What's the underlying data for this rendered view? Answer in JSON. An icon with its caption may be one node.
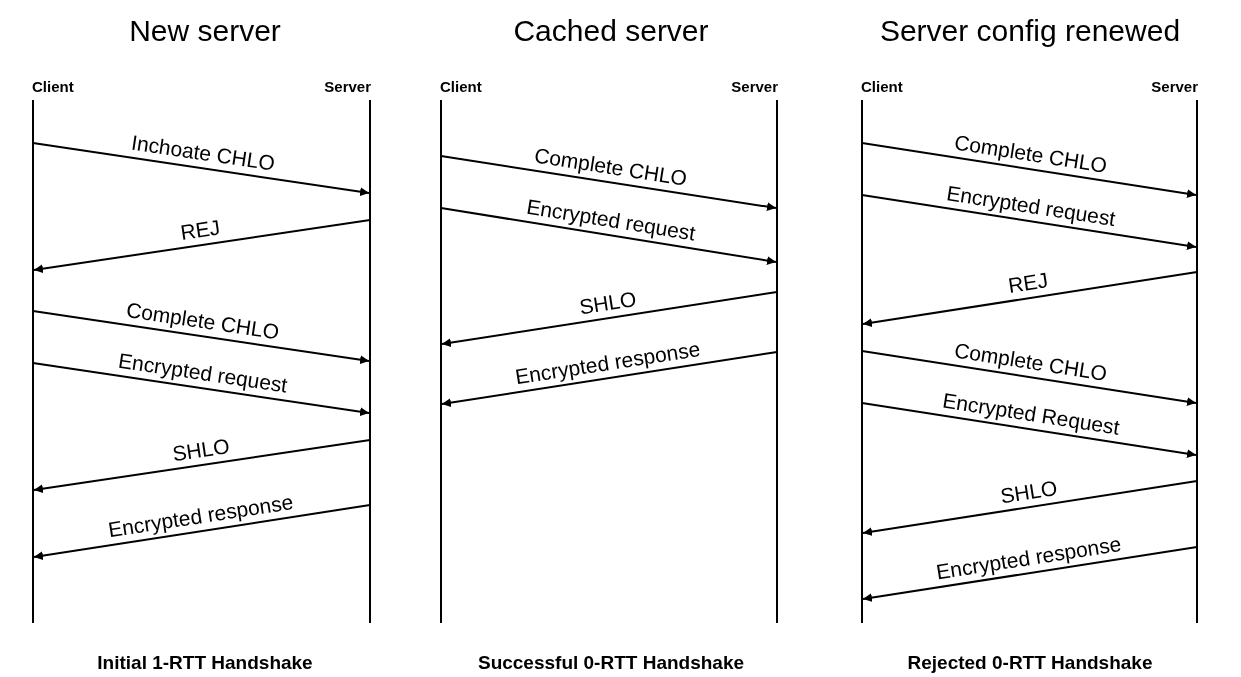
{
  "diagram": {
    "nodes": [
      {
        "text": [
          "Client"
        ]
      },
      {
        "text": [
          "Server"
        ]
      },
      {
        "text": [
          "Client"
        ]
      },
      {
        "text": [
          "Server"
        ]
      },
      {
        "text": [
          "Client"
        ]
      },
      {
        "text": [
          "Server"
        ]
      }
    ],
    "edges": [
      {
        "from": 0,
        "to": 1,
        "arrow": "to",
        "label": "Inchoate CHLO"
      },
      {
        "from": 1,
        "to": 0,
        "arrow": "to",
        "label": "REJ"
      },
      {
        "from": 0,
        "to": 1,
        "arrow": "to",
        "label": "Complete CHLO"
      },
      {
        "from": 0,
        "to": 1,
        "arrow": "to",
        "label": "Encrypted request"
      },
      {
        "from": 1,
        "to": 0,
        "arrow": "to",
        "label": "SHLO"
      },
      {
        "from": 1,
        "to": 0,
        "arrow": "to",
        "label": "Encrypted response"
      },
      {
        "from": 2,
        "to": 3,
        "arrow": "to",
        "label": "Complete CHLO"
      },
      {
        "from": 2,
        "to": 3,
        "arrow": "to",
        "label": "Encrypted request"
      },
      {
        "from": 3,
        "to": 2,
        "arrow": "to",
        "label": "SHLO"
      },
      {
        "from": 3,
        "to": 2,
        "arrow": "to",
        "label": "Encrypted response"
      },
      {
        "from": 4,
        "to": 5,
        "arrow": "to",
        "label": "Complete CHLO"
      },
      {
        "from": 4,
        "to": 5,
        "arrow": "to",
        "label": "Encrypted request"
      },
      {
        "from": 5,
        "to": 4,
        "arrow": "to",
        "label": "REJ"
      },
      {
        "from": 4,
        "to": 5,
        "arrow": "to",
        "label": "Complete CHLO"
      },
      {
        "from": 4,
        "to": 5,
        "arrow": "to",
        "label": "Encrypted Request"
      },
      {
        "from": 5,
        "to": 4,
        "arrow": "to",
        "label": "SHLO"
      },
      {
        "from": 5,
        "to": 4,
        "arrow": "to",
        "label": "Encrypted response"
      }
    ],
    "labels": [
      "New server",
      "Cached server",
      "Server config renewed",
      "Initial 1-RTT Handshake",
      "Successful 0-RTT Handshake",
      "Rejected 0-RTT Handshake"
    ]
  }
}
